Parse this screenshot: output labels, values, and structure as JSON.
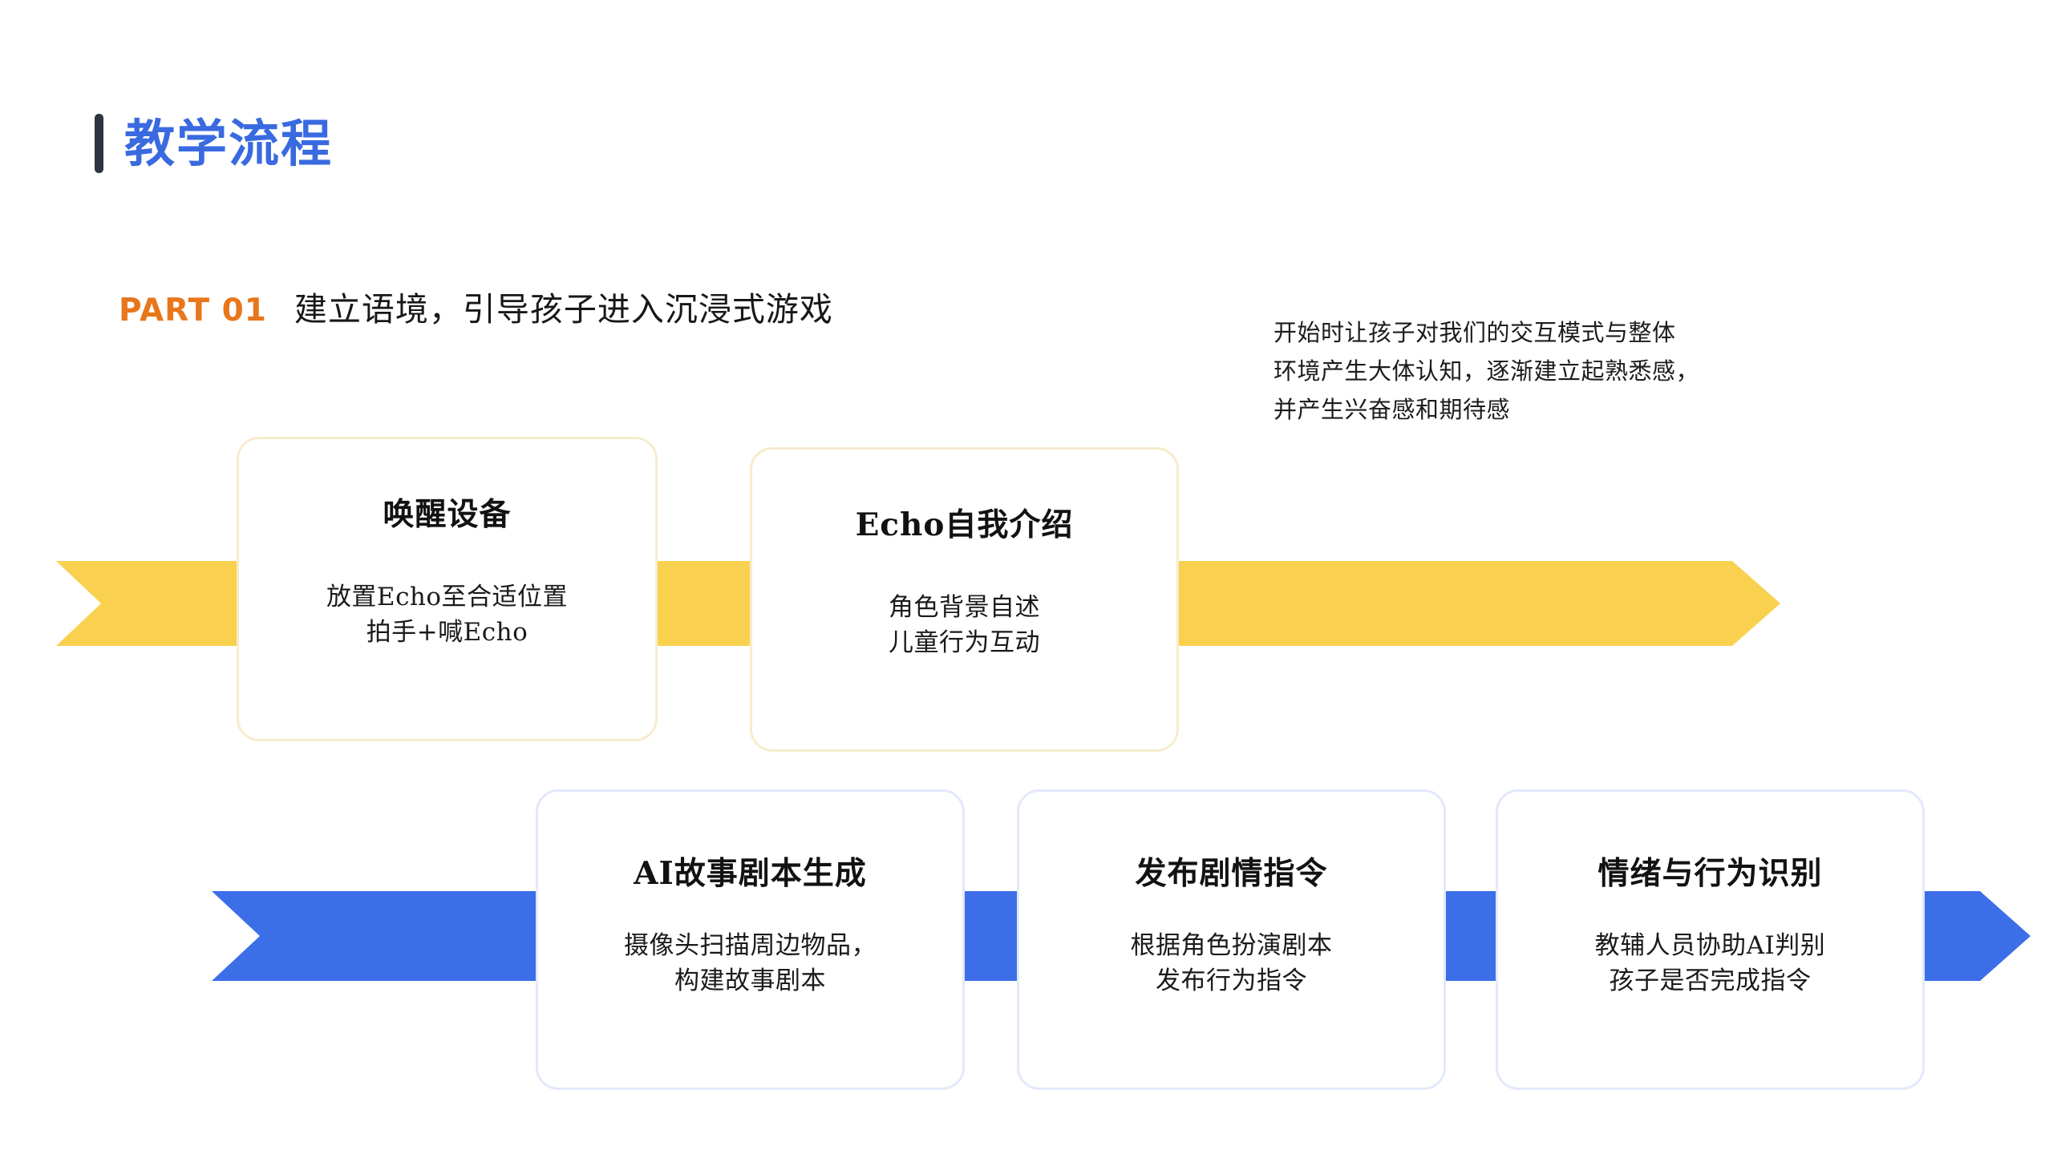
{
  "header": {
    "title": "教学流程",
    "accent_color": "#3a6ae0",
    "bar_color": "#2e3440"
  },
  "part": {
    "tag": "PART 01",
    "tag_color": "#e8761b",
    "heading": "建立语境，引导孩子进入沉浸式游戏"
  },
  "side_note": {
    "line1": "开始时让孩子对我们的交互模式与整体",
    "line2": "环境产生大体认知，逐渐建立起熟悉感，",
    "line3": "并产生兴奋感和期待感"
  },
  "banners": {
    "top": {
      "color": "#f9d14f",
      "name": "yellow-arrow-banner"
    },
    "bottom": {
      "color": "#3c6ee8",
      "name": "blue-arrow-banner"
    }
  },
  "cards": [
    {
      "id": "card-1",
      "theme": "yellow",
      "border_color": "#f7eccc",
      "title": "唤醒设备",
      "body": [
        "放置Echo至合适位置",
        "拍手+喊Echo"
      ]
    },
    {
      "id": "card-2",
      "theme": "yellow",
      "border_color": "#f7eccc",
      "title": "Echo自我介绍",
      "body": [
        "角色背景自述",
        "儿童行为互动"
      ]
    },
    {
      "id": "card-3",
      "theme": "blue",
      "border_color": "#e2e9fb",
      "title": "AI故事剧本生成",
      "body": [
        "摄像头扫描周边物品，",
        "构建故事剧本"
      ]
    },
    {
      "id": "card-4",
      "theme": "blue",
      "border_color": "#e2e9fb",
      "title": "发布剧情指令",
      "body": [
        "根据角色扮演剧本",
        "发布行为指令"
      ]
    },
    {
      "id": "card-5",
      "theme": "blue",
      "border_color": "#e2e9fb",
      "title": "情绪与行为识别",
      "body": [
        "教辅人员协助AI判别",
        "孩子是否完成指令"
      ]
    }
  ]
}
